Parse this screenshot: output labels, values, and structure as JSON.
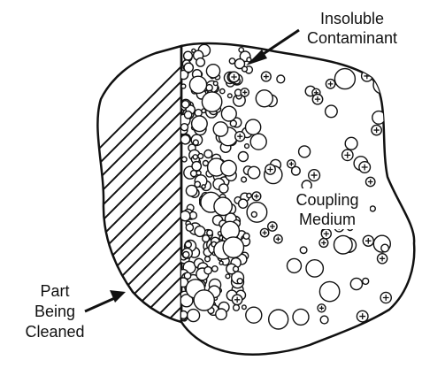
{
  "labels": {
    "contaminant_line1": "Insoluble",
    "contaminant_line2": "Contaminant",
    "medium_line1": "Coupling",
    "medium_line2": "Medium",
    "part_line1": "Part",
    "part_line2": "Being",
    "part_line3": "Cleaned"
  },
  "colors": {
    "ink": "#111111",
    "background": "#ffffff"
  },
  "symbols": {
    "contaminant_particle": "circled-plus"
  }
}
